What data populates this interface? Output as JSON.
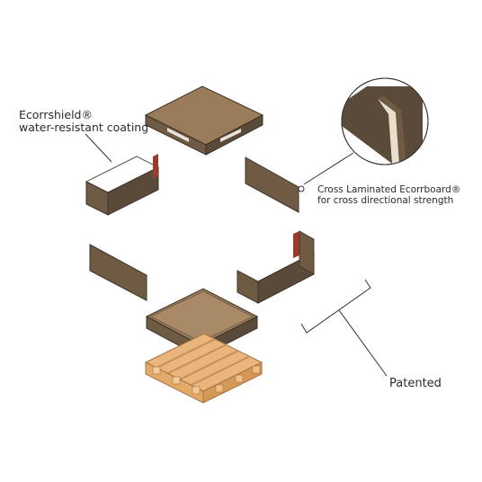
{
  "labels": {
    "ecorrshield_line1": "Ecorrshield®",
    "ecorrshield_line2": "water-resistant coating",
    "cross_line1": "Cross Laminated Ecorrboard®",
    "cross_line2": "for cross directional strength",
    "patented": "Patented"
  },
  "colors": {
    "board_top": "#9a7b5a",
    "board_side": "#6f5a44",
    "board_dark": "#5a4a3a",
    "board_edge": "#3d3227",
    "wood": "#e9b57d",
    "wood_dark": "#c98e55",
    "line": "#333333"
  }
}
